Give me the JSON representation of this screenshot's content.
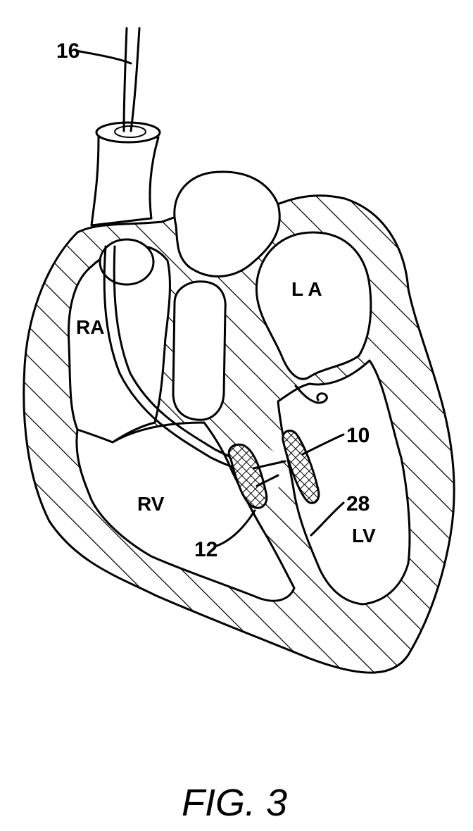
{
  "figure": {
    "caption": "FIG. 3",
    "refs": {
      "catheter": "16",
      "device": "10",
      "wall_ref": "28",
      "lead": "12"
    },
    "chambers": {
      "ra": "RA",
      "la": "L A",
      "rv": "RV",
      "lv": "LV"
    }
  }
}
